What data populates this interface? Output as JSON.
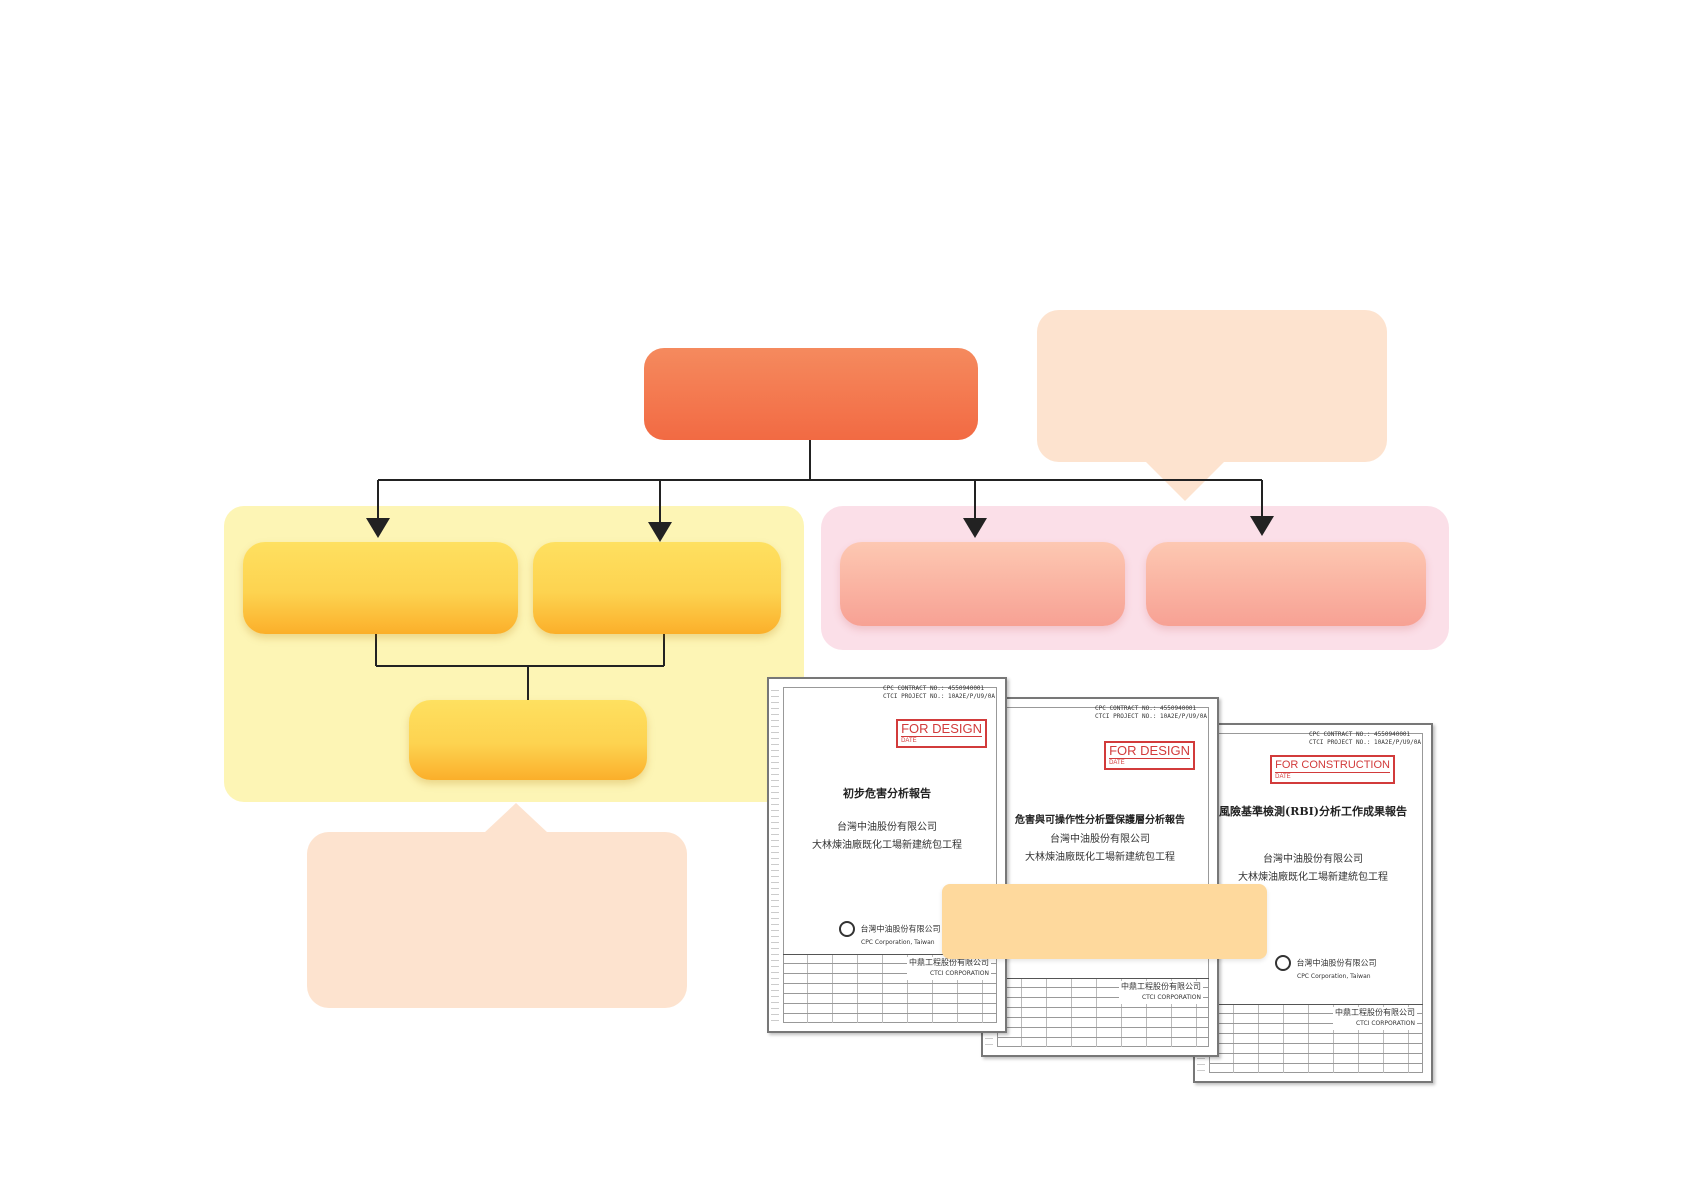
{
  "documents": [
    {
      "header_lines": [
        "CPC CONTRACT NO.: 4550940001",
        "CTCI PROJECT NO.: 10A2E/P/U9/0A"
      ],
      "stamp": "FOR DESIGN",
      "stamp_date": "DATE",
      "title": "初步危害分析報告",
      "owner": "台灣中油股份有限公司",
      "project": "大林煉油廠既化工場新建統包工程",
      "logo_text": "台灣中油股份有限公司",
      "logo_sub": "CPC Corporation, Taiwan",
      "contractor": "中鼎工程股份有限公司",
      "contractor_en": "CTCI CORPORATION"
    },
    {
      "header_lines": [
        "CPC CONTRACT NO.: 4550940001",
        "CTCI PROJECT NO.: 10A2E/P/U9/0A"
      ],
      "stamp": "FOR DESIGN",
      "stamp_date": "DATE",
      "title": "危害與可操作性分析暨保護層分析報告",
      "owner": "台灣中油股份有限公司",
      "project": "大林煉油廠既化工場新建統包工程",
      "contractor": "中鼎工程股份有限公司",
      "contractor_en": "CTCI CORPORATION"
    },
    {
      "header_lines": [
        "CPC CONTRACT NO.: 4550940001",
        "CTCI PROJECT NO.: 10A2E/P/U9/0A"
      ],
      "stamp": "FOR CONSTRUCTION",
      "stamp_date": "DATE",
      "title": "風險基準檢測(RBI)分析工作成果報告",
      "owner": "台灣中油股份有限公司",
      "project": "大林煉油廠既化工場新建統包工程",
      "logo_text": "台灣中油股份有限公司",
      "logo_sub": "CPC Corporation, Taiwan",
      "contractor": "中鼎工程股份有限公司",
      "contractor_en": "CTCI CORPORATION"
    }
  ],
  "colors": {
    "root_box": "#f26a43",
    "yellow_box": "#fdd350",
    "pink_box": "#f7a194",
    "yellow_panel": "#fdf5b5",
    "pink_panel": "#fbdfe8",
    "bubble": "#fde3cf",
    "caption_box": "#fed99d",
    "stamp": "#d23b3b"
  }
}
